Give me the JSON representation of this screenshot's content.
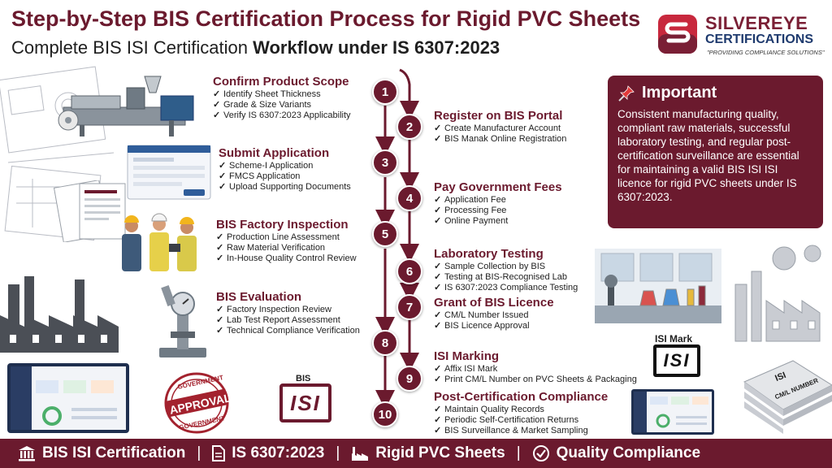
{
  "header": {
    "title": "Step-by-Step BIS Certification Process for Rigid PVC Sheets",
    "subtitle_plain": "Complete BIS ISI Certification ",
    "subtitle_bold": "Workflow under IS 6307:2023"
  },
  "logo": {
    "name": "SILVEREYE",
    "sub": "CERTIFICATIONS",
    "tagline": "\"PROVIDING COMPLIANCE SOLUTIONS\""
  },
  "steps": [
    {
      "num": "1",
      "title": "Confirm Product Scope",
      "items": [
        "Identify Sheet Thickness",
        "Grade & Size Variants",
        "Verify IS 6307:2023 Applicability"
      ]
    },
    {
      "num": "2",
      "title": "Register on BIS Portal",
      "items": [
        "Create Manufacturer Account",
        "BIS Manak Online Registration"
      ]
    },
    {
      "num": "3",
      "title": "Submit Application",
      "items": [
        "Scheme-I Application",
        "FMCS Application",
        "Upload Supporting Documents"
      ]
    },
    {
      "num": "4",
      "title": "Pay Government Fees",
      "items": [
        "Application Fee",
        "Processing Fee",
        "Online Payment"
      ]
    },
    {
      "num": "5",
      "title": "BIS Factory Inspection",
      "items": [
        "Production Line Assessment",
        "Raw Material Verification",
        "In-House Quality Control Review"
      ]
    },
    {
      "num": "6",
      "title": "Laboratory Testing",
      "items": [
        "Sample Collection by BIS",
        "Testing at BIS-Recognised Lab",
        "IS 6307:2023 Compliance Testing"
      ]
    },
    {
      "num": "7",
      "title": "Grant of BIS Licence",
      "items": [
        "CM/L Number Issued",
        "BIS Licence Approval"
      ]
    },
    {
      "num": "8",
      "title": "BIS Evaluation",
      "items": [
        "Factory Inspection Review",
        "Lab Test Report Assessment",
        "Technical Compliance Verification"
      ]
    },
    {
      "num": "9",
      "title": "ISI Marking",
      "items": [
        "Affix ISI Mark",
        "Print CM/L Number on PVC Sheets & Packaging"
      ]
    },
    {
      "num": "10",
      "title": "Post-Certification Compliance",
      "items": [
        "Maintain Quality Records",
        "Periodic Self-Certification Returns",
        "BIS Surveillance & Market Sampling"
      ]
    }
  ],
  "important": {
    "heading": "Important",
    "body": "Consistent manufacturing quality, compliant raw materials, successful laboratory testing, and regular post-certification surveillance are essential for maintaining a valid BIS ISI ISI licence for rigid PVC sheets under IS 6307:2023."
  },
  "labels": {
    "isi_mark": "ISI Mark",
    "bis": "BIS",
    "isi_logo": "ISI",
    "stamp_top": "GOVERNMENT",
    "stamp_main": "APPROVAL",
    "stamp_bottom": "GOVERNMENT",
    "sheet_text": "CM/L NUMBER",
    "sheet_isi": "ISI"
  },
  "footer": {
    "items": [
      "BIS ISI Certification",
      "IS 6307:2023",
      "Rigid PVC Sheets",
      "Quality Compliance"
    ]
  },
  "colors": {
    "brand": "#6b1a2e",
    "navy": "#1e3a6e"
  }
}
